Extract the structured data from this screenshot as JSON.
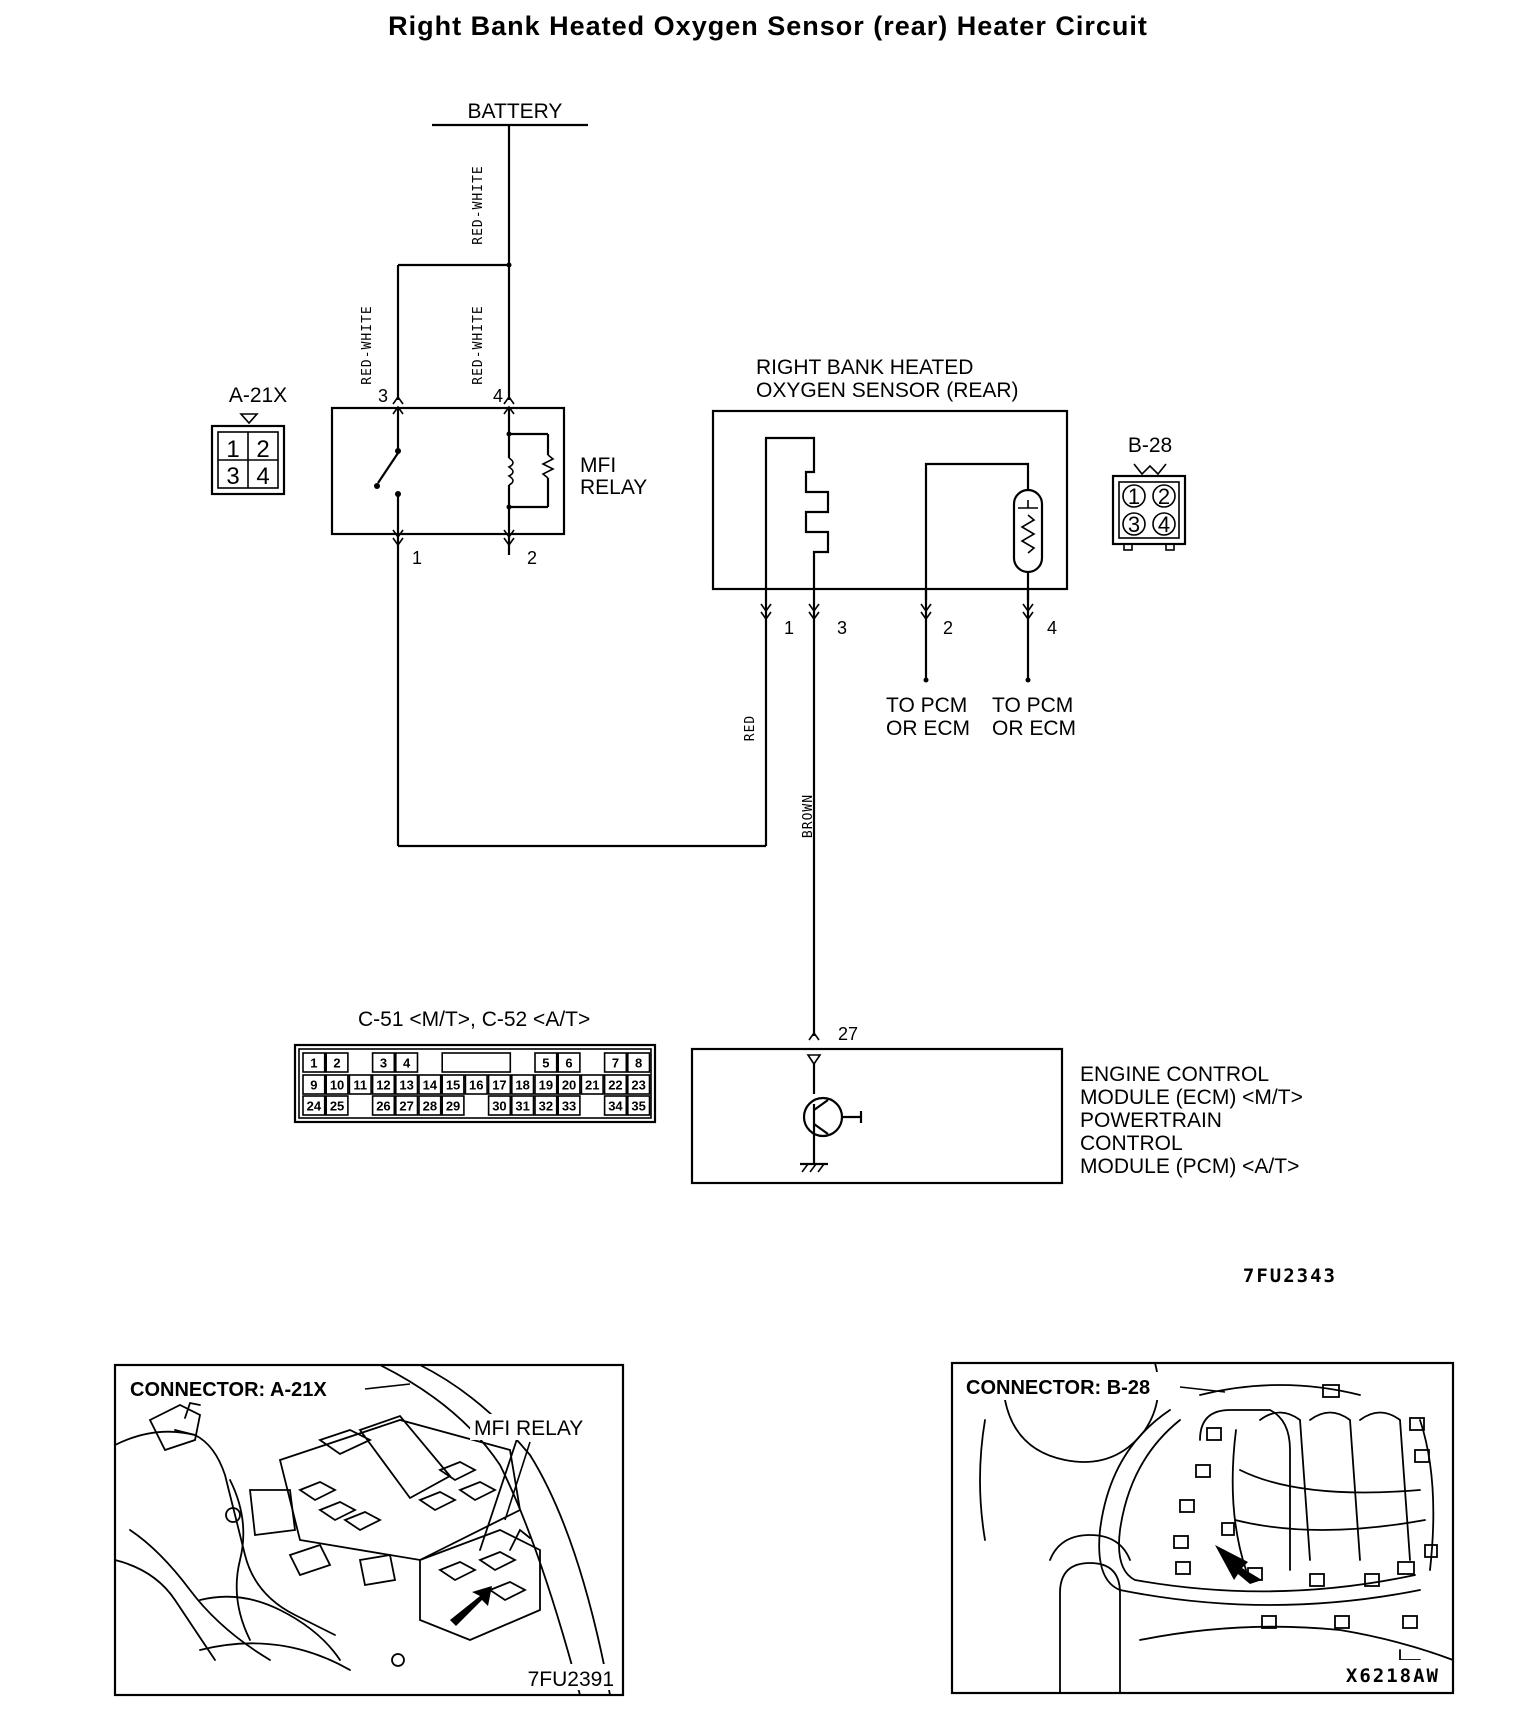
{
  "title": "Right Bank Heated Oxygen Sensor (rear) Heater Circuit",
  "battery": "BATTERY",
  "wires": {
    "red_white": "RED-WHITE",
    "red": "RED",
    "brown": "BROWN"
  },
  "relay": {
    "connector": "A-21X",
    "label_line1": "MFI",
    "label_line2": "RELAY",
    "pins": [
      "1",
      "2",
      "3",
      "4"
    ]
  },
  "sensor": {
    "label_line1": "RIGHT BANK HEATED",
    "label_line2": "OXYGEN SENSOR (REAR)",
    "connector": "B-28",
    "pins": [
      "1",
      "2",
      "3",
      "4"
    ],
    "to_pcm_line1": "TO PCM",
    "to_pcm_line2": "OR ECM"
  },
  "ecm": {
    "connector_label": "C-51 <M/T>, C-52 <A/T>",
    "pin": "27",
    "label_lines": [
      "ENGINE CONTROL",
      "MODULE (ECM) <M/T>",
      "POWERTRAIN",
      "CONTROL",
      "MODULE (PCM) <A/T>"
    ],
    "connector_rows": [
      [
        "1",
        "2",
        "3",
        "4",
        "5",
        "6",
        "7",
        "8"
      ],
      [
        "9",
        "10",
        "11",
        "12",
        "13",
        "14",
        "15",
        "16",
        "17",
        "18",
        "19",
        "20",
        "21",
        "22",
        "23"
      ],
      [
        "24",
        "25",
        "26",
        "27",
        "28",
        "29",
        "30",
        "31",
        "32",
        "33",
        "34",
        "35"
      ]
    ]
  },
  "diagram_code": "7FU2343",
  "photo_left": {
    "title": "CONNECTOR:  A-21X",
    "callout": "MFI RELAY",
    "code": "7FU2391"
  },
  "photo_right": {
    "title": "CONNECTOR:  B-28",
    "code": "X6218AW"
  }
}
